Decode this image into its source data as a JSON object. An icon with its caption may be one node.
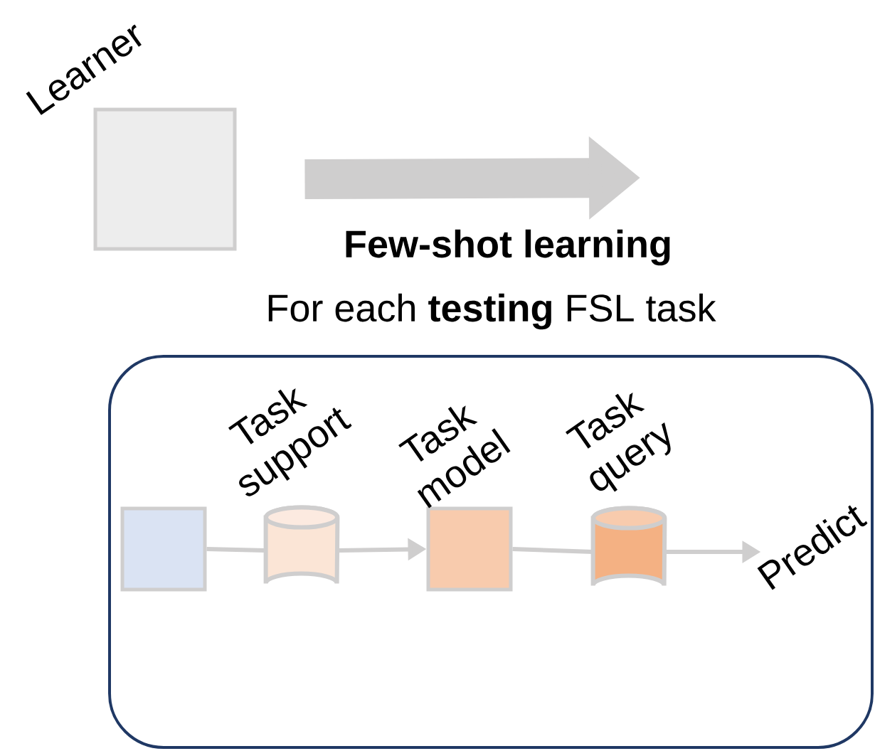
{
  "diagram": {
    "nodes": [
      {
        "text": [
          "Learner"
        ]
      },
      {
        "text": [
          "For each **testing** FSL task"
        ]
      },
      {
        "text": [],
        "shape": "box",
        "in": 1
      },
      {
        "text": [
          "Task support"
        ],
        "in": 1
      },
      {
        "text": [
          "Task model"
        ],
        "in": 1
      },
      {
        "text": [
          "Task query"
        ],
        "in": 1
      },
      {
        "text": [
          "Predict"
        ],
        "in": 1
      }
    ],
    "edges": [
      {
        "from": 0,
        "to": null,
        "arrow": "to",
        "label": "Few-shot learning",
        "style": "thick"
      },
      {
        "from": 2,
        "to": 3,
        "arrow": "none"
      },
      {
        "from": 3,
        "to": 4,
        "arrow": "to"
      },
      {
        "from": 4,
        "to": 5,
        "arrow": "none"
      },
      {
        "from": 5,
        "to": 6,
        "arrow": "to"
      }
    ]
  }
}
